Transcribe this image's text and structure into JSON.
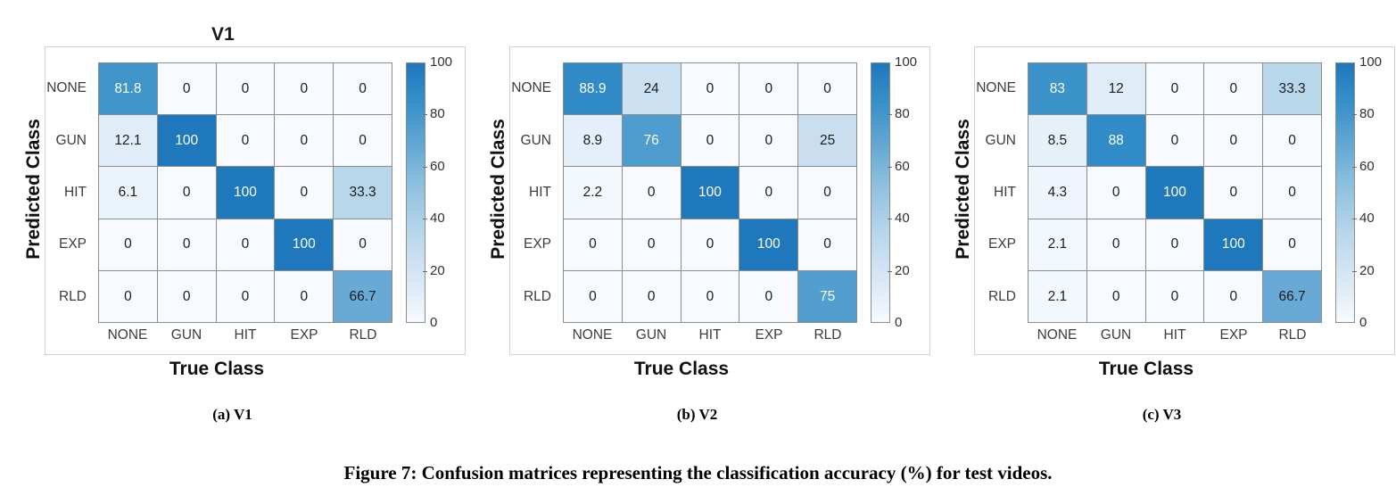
{
  "figure": {
    "caption": "Figure 7: Confusion matrices representing the classification accuracy (%) for test videos.",
    "subcaptions": [
      "(a) V1",
      "(b) V2",
      "(c) V3"
    ]
  },
  "axis": {
    "xlabel": "True Class",
    "ylabel": "Predicted Class",
    "classes": [
      "NONE",
      "GUN",
      "HIT",
      "EXP",
      "RLD"
    ],
    "colorbar_ticks": [
      "0",
      "20",
      "40",
      "60",
      "80",
      "100"
    ],
    "colorbar_min": 0,
    "colorbar_max": 100
  },
  "colors": {
    "cell_min": "#f7fbff",
    "cell_max": "#1f77bc",
    "grid_line": "#8c8c8c",
    "frame": "#d2d2d2",
    "tick_text": "#3c3c3c",
    "value_text_dark": "#1c1c1c",
    "value_text_light": "#ffffff"
  },
  "panels": [
    {
      "title": "V1",
      "subcaption": "(a) V1"
    },
    {
      "title": "",
      "subcaption": "(b) V2"
    },
    {
      "title": "",
      "subcaption": "(c) V3"
    }
  ],
  "chart_data": [
    {
      "type": "heatmap",
      "title": "V1",
      "subtitle": "(a) V1",
      "xlabel": "True Class",
      "ylabel": "Predicted Class",
      "x_categories": [
        "NONE",
        "GUN",
        "HIT",
        "EXP",
        "RLD"
      ],
      "y_categories": [
        "NONE",
        "GUN",
        "HIT",
        "EXP",
        "RLD"
      ],
      "values": [
        [
          81.8,
          0,
          0,
          0,
          0
        ],
        [
          12.1,
          100,
          0,
          0,
          0
        ],
        [
          6.1,
          0,
          100,
          0,
          33.3
        ],
        [
          0,
          0,
          0,
          100,
          0
        ],
        [
          0,
          0,
          0,
          0,
          66.7
        ]
      ],
      "cell_labels": [
        [
          "81.8",
          "0",
          "0",
          "0",
          "0"
        ],
        [
          "12.1",
          "100",
          "0",
          "0",
          "0"
        ],
        [
          "6.1",
          "0",
          "100",
          "0",
          "33.3"
        ],
        [
          "0",
          "0",
          "0",
          "100",
          "0"
        ],
        [
          "0",
          "0",
          "0",
          "0",
          "66.7"
        ]
      ],
      "colorbar": {
        "ticks": [
          0,
          20,
          40,
          60,
          80,
          100
        ],
        "range": [
          0,
          100
        ],
        "position": "right"
      },
      "grid": true
    },
    {
      "type": "heatmap",
      "title": "",
      "subtitle": "(b) V2",
      "xlabel": "True Class",
      "ylabel": "Predicted Class",
      "x_categories": [
        "NONE",
        "GUN",
        "HIT",
        "EXP",
        "RLD"
      ],
      "y_categories": [
        "NONE",
        "GUN",
        "HIT",
        "EXP",
        "RLD"
      ],
      "values": [
        [
          88.9,
          24,
          0,
          0,
          0
        ],
        [
          8.9,
          76,
          0,
          0,
          25
        ],
        [
          2.2,
          0,
          100,
          0,
          0
        ],
        [
          0,
          0,
          0,
          100,
          0
        ],
        [
          0,
          0,
          0,
          0,
          75
        ]
      ],
      "cell_labels": [
        [
          "88.9",
          "24",
          "0",
          "0",
          "0"
        ],
        [
          "8.9",
          "76",
          "0",
          "0",
          "25"
        ],
        [
          "2.2",
          "0",
          "100",
          "0",
          "0"
        ],
        [
          "0",
          "0",
          "0",
          "100",
          "0"
        ],
        [
          "0",
          "0",
          "0",
          "0",
          "75"
        ]
      ],
      "colorbar": {
        "ticks": [
          0,
          20,
          40,
          60,
          80,
          100
        ],
        "range": [
          0,
          100
        ],
        "position": "right"
      },
      "grid": true
    },
    {
      "type": "heatmap",
      "title": "",
      "subtitle": "(c) V3",
      "xlabel": "True Class",
      "ylabel": "Predicted Class",
      "x_categories": [
        "NONE",
        "GUN",
        "HIT",
        "EXP",
        "RLD"
      ],
      "y_categories": [
        "NONE",
        "GUN",
        "HIT",
        "EXP",
        "RLD"
      ],
      "values": [
        [
          83,
          12,
          0,
          0,
          33.3
        ],
        [
          8.5,
          88,
          0,
          0,
          0
        ],
        [
          4.3,
          0,
          100,
          0,
          0
        ],
        [
          2.1,
          0,
          0,
          100,
          0
        ],
        [
          2.1,
          0,
          0,
          0,
          66.7
        ]
      ],
      "cell_labels": [
        [
          "83",
          "12",
          "0",
          "0",
          "33.3"
        ],
        [
          "8.5",
          "88",
          "0",
          "0",
          "0"
        ],
        [
          "4.3",
          "0",
          "100",
          "0",
          "0"
        ],
        [
          "2.1",
          "0",
          "0",
          "100",
          "0"
        ],
        [
          "2.1",
          "0",
          "0",
          "0",
          "66.7"
        ]
      ],
      "colorbar": {
        "ticks": [
          0,
          20,
          40,
          60,
          80,
          100
        ],
        "range": [
          0,
          100
        ],
        "position": "right"
      },
      "grid": true
    }
  ]
}
